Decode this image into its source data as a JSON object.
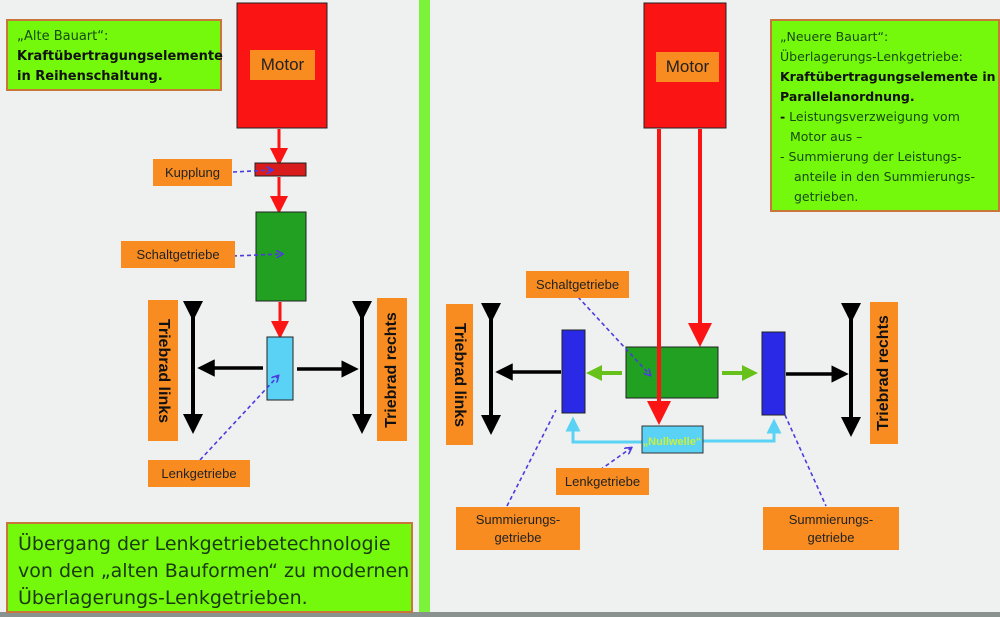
{
  "left": {
    "note": {
      "line1": "„Alte Bauart“:",
      "line2": "Kraftübertragungselemente",
      "line3": "in Reihenschaltung."
    },
    "motor": "Motor",
    "kupplung": "Kupplung",
    "schaltgetriebe": "Schaltgetriebe",
    "lenkgetriebe": "Lenkgetriebe",
    "triebrad_links": "Triebrad links",
    "triebrad_rechts": "Triebrad rechts",
    "summary": {
      "line1": "Übergang der Lenkgetriebetechnologie",
      "line2": "von den „alten Bauformen“ zu modernen",
      "line3": "Überlagerungs-Lenkgetrieben."
    }
  },
  "right": {
    "note": {
      "line1": "„Neuere Bauart“:",
      "line2": "Überlagerungs-Lenkgetriebe:",
      "line3": "Kraftübertragungselemente in",
      "line4": "Parallelanordnung.",
      "line5_dash": "-",
      "line5": " Leistungsverzweigung vom",
      "line6": "Motor aus –",
      "line7": "-  Summierung der Leistungs-",
      "line8": "anteile in den Summierungs-",
      "line9": "getrieben."
    },
    "motor": "Motor",
    "schaltgetriebe": "Schaltgetriebe",
    "nullwelle": "„Nullwelle“",
    "lenkgetriebe": "Lenkgetriebe",
    "summierungsgetriebe_links": "Summierungs-\ngetriebe",
    "summierungsgetriebe_rechts": "Summierungs-\ngetriebe",
    "triebrad_links": "Triebrad links",
    "triebrad_rechts": "Triebrad rechts"
  },
  "colors": {
    "motor_red": "#fa1414",
    "clutch_red": "#d81c1c",
    "gearbox_green": "#22a022",
    "steering_cyan": "#5ad2f5",
    "summing_blue": "#2a2ae6",
    "label_orange": "#f88c20",
    "note_green": "#74f80b",
    "divider_green": "#7af33a"
  }
}
